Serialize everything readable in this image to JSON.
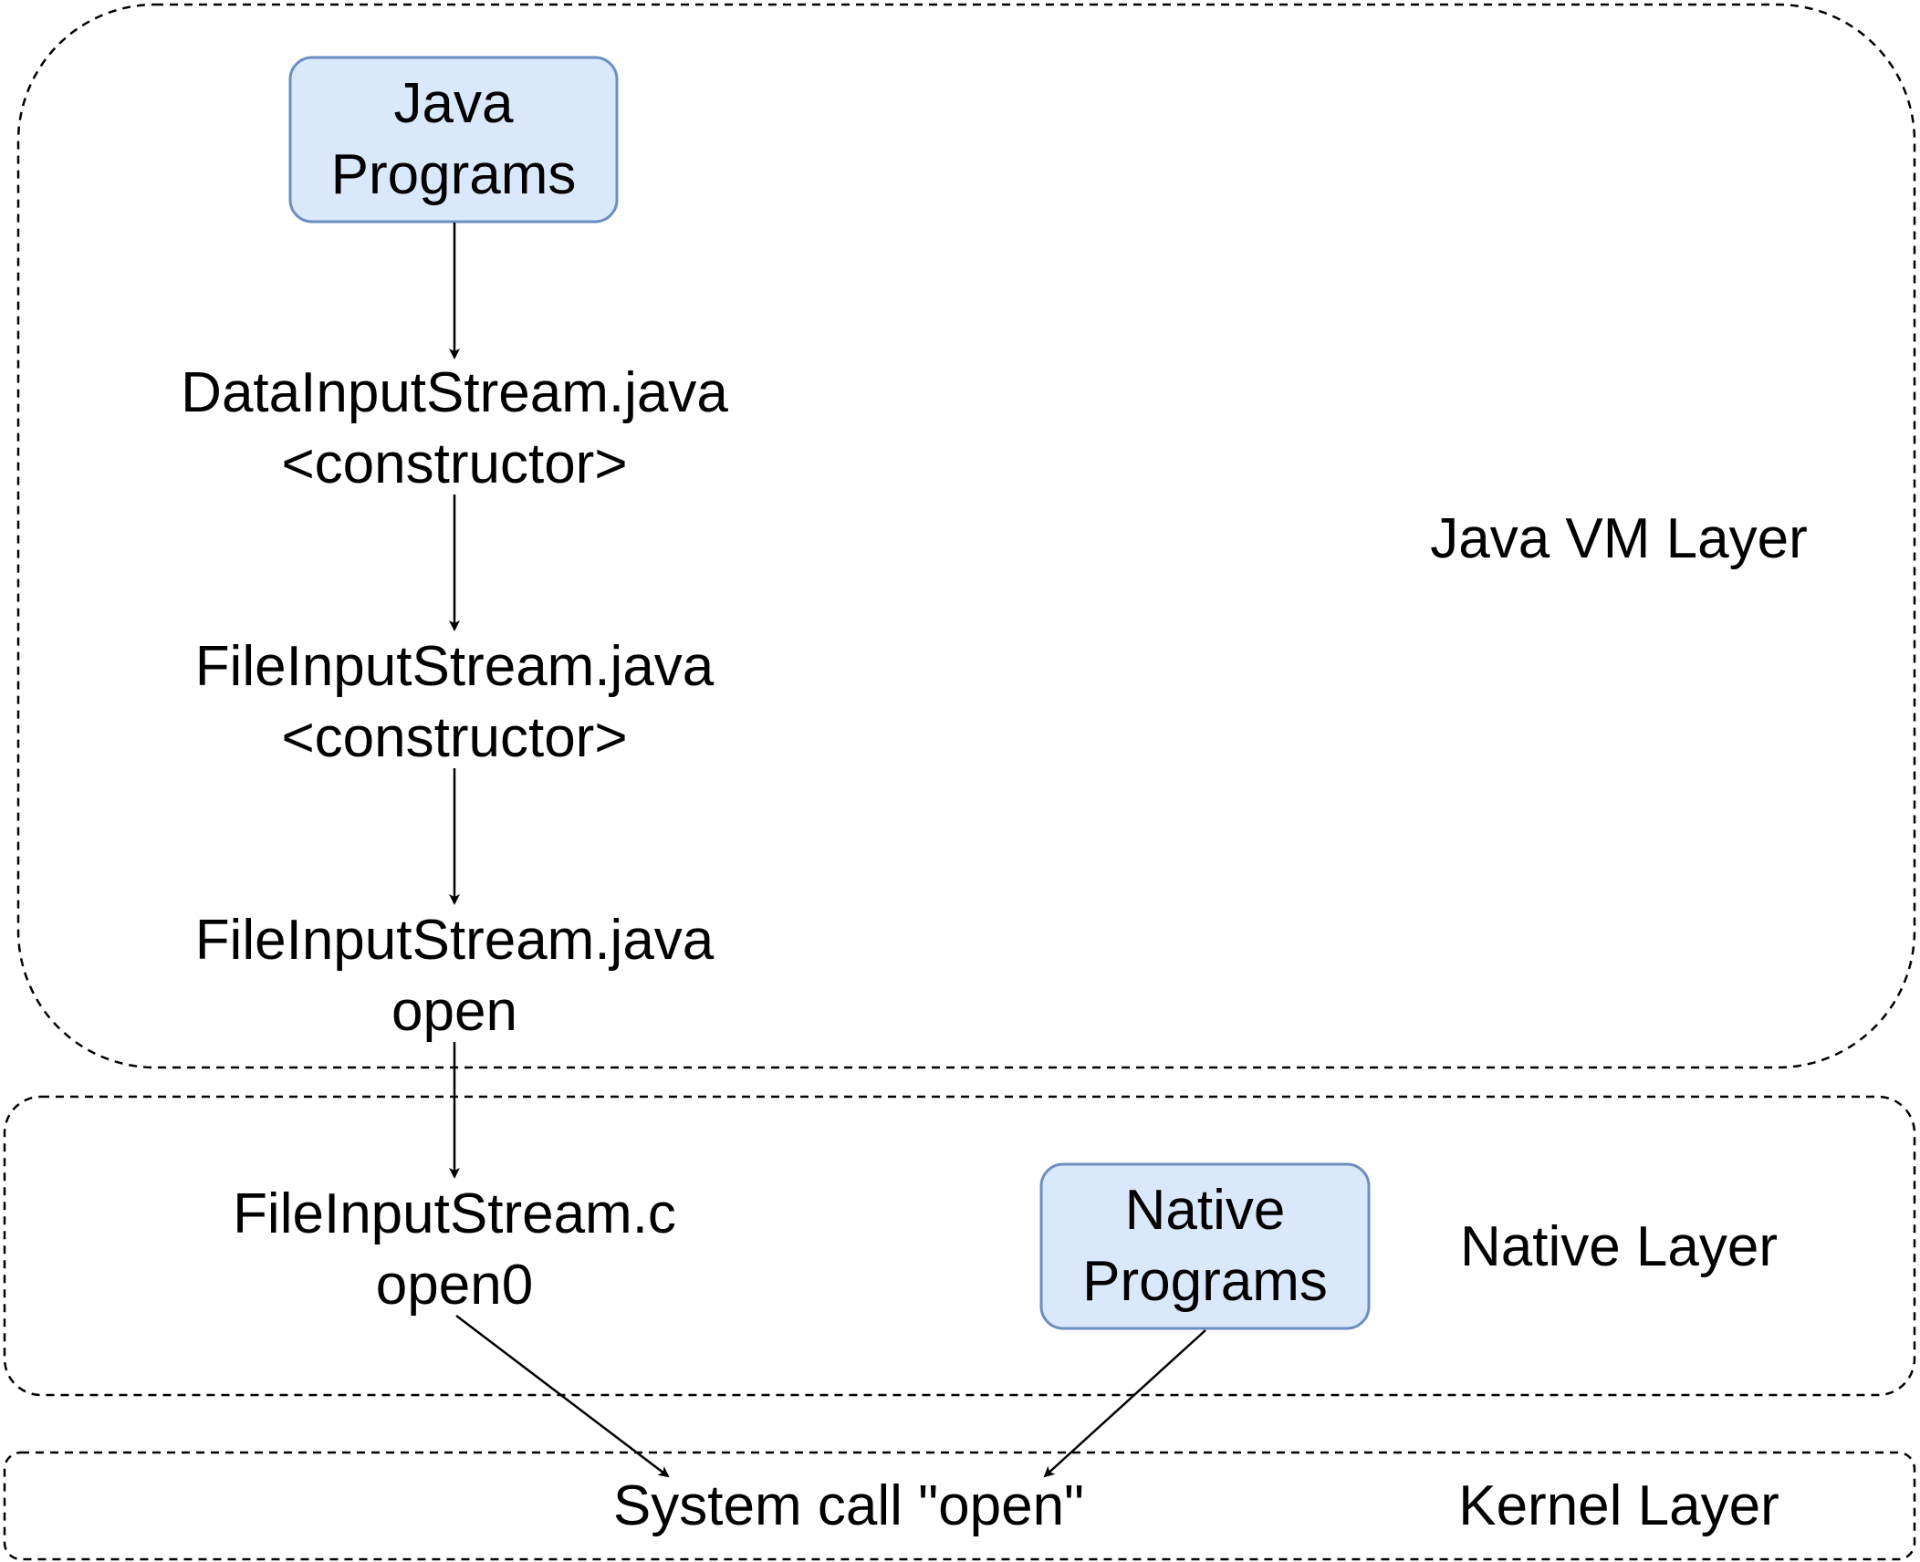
{
  "layers": {
    "java_vm": {
      "label": "Java VM Layer"
    },
    "native": {
      "label": "Native Layer"
    },
    "kernel": {
      "label": "Kernel Layer"
    }
  },
  "nodes": {
    "java_programs": {
      "lines": [
        "Java",
        "Programs"
      ]
    },
    "data_input_stream": {
      "lines": [
        "DataInputStream.java",
        "<constructor>"
      ]
    },
    "file_input_stream_ctor": {
      "lines": [
        "FileInputStream.java",
        "<constructor>"
      ]
    },
    "file_input_stream_open": {
      "lines": [
        "FileInputStream.java",
        "open"
      ]
    },
    "file_input_stream_c": {
      "lines": [
        "FileInputStream.c",
        "open0"
      ]
    },
    "native_programs": {
      "lines": [
        "Native",
        "Programs"
      ]
    },
    "system_call": {
      "lines": [
        "System call \"open\""
      ]
    }
  },
  "colors": {
    "box_fill": "#dae8fc",
    "box_stroke": "#6c8ebf",
    "line": "#000000",
    "layer_border": "#000000"
  }
}
